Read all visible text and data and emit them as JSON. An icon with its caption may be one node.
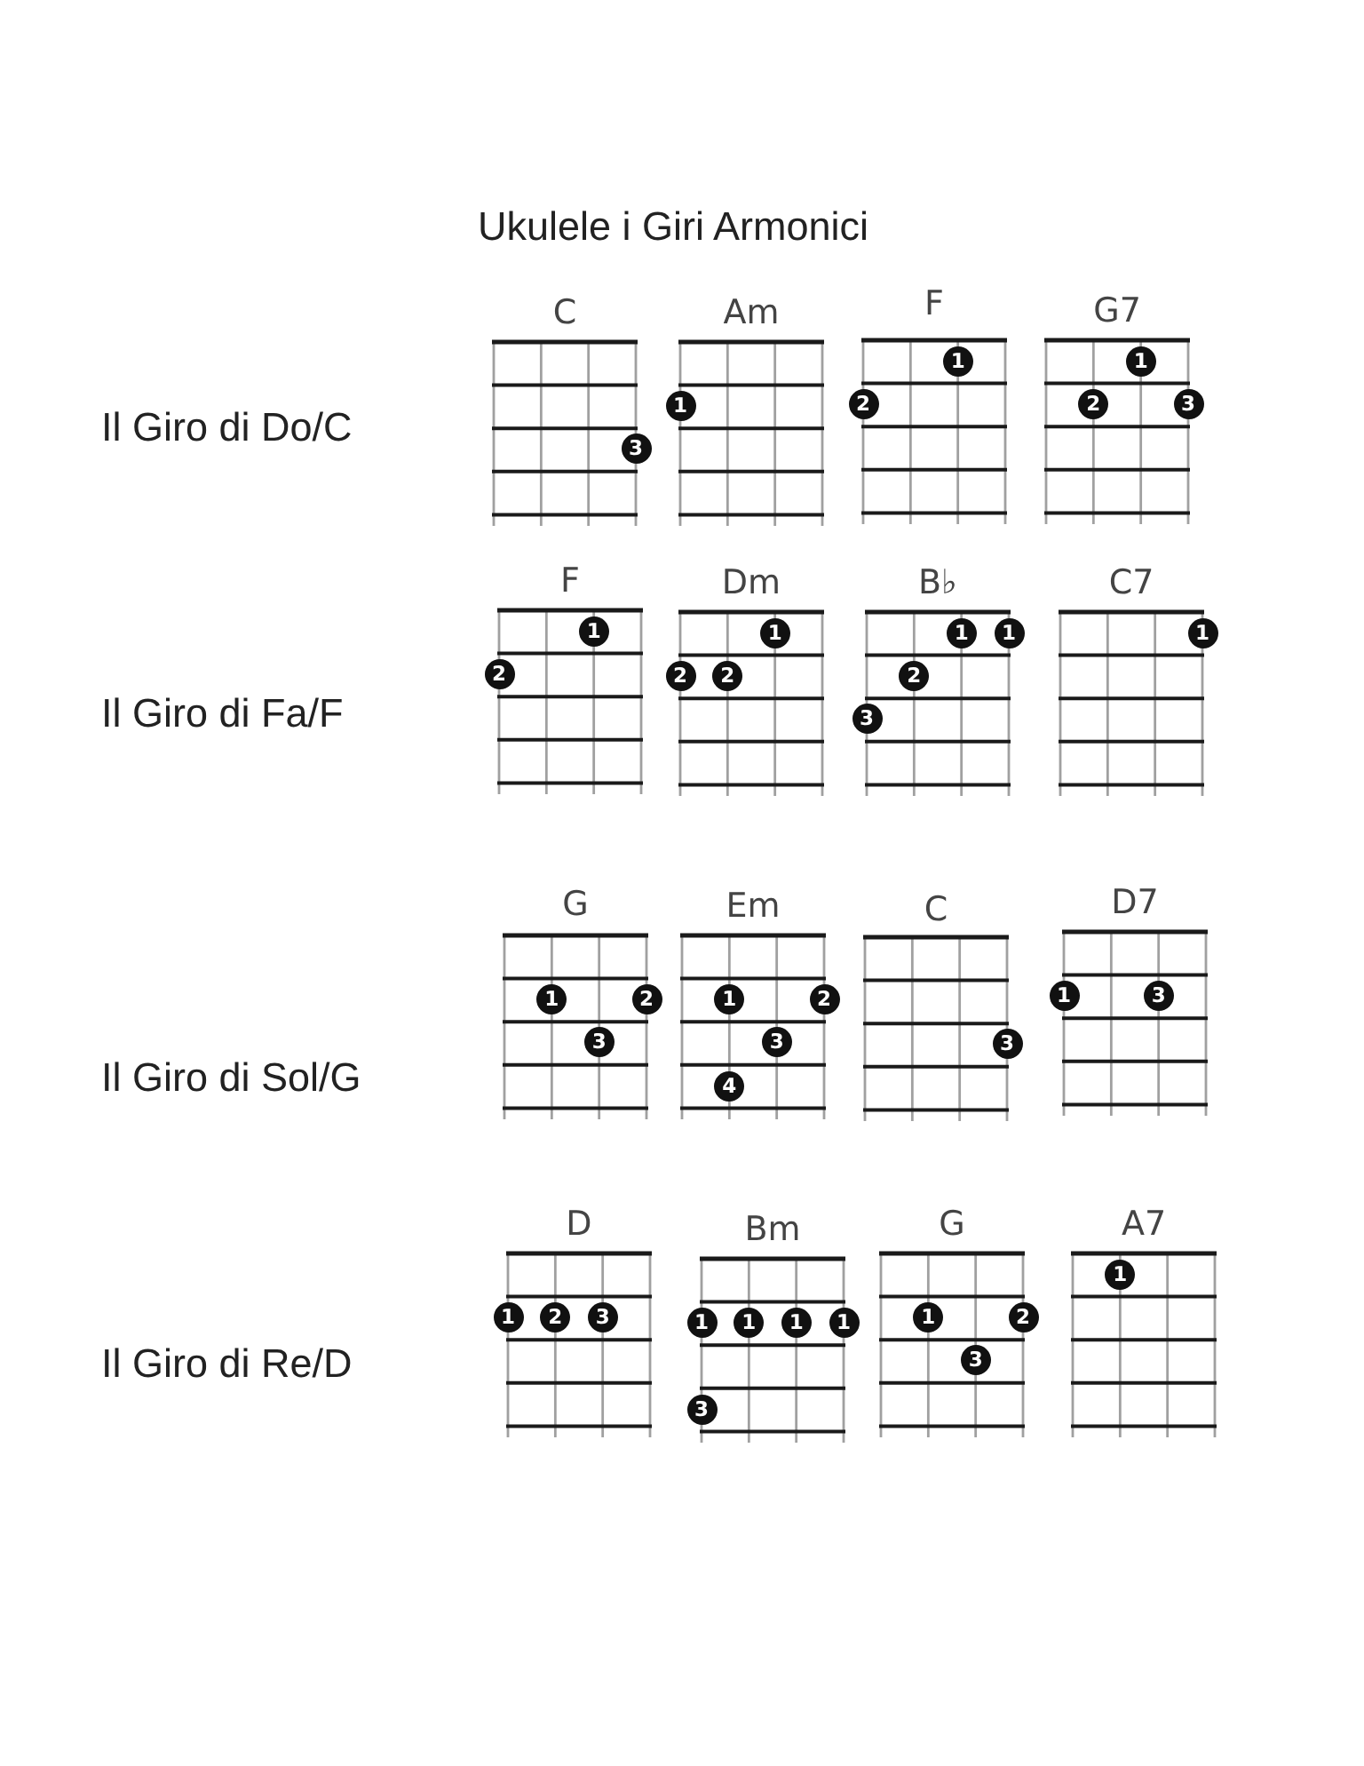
{
  "diagram": {
    "title": "Ukulele i Giri Armonici",
    "nodes": [
      {
        "text": [
          "C"
        ]
      },
      {
        "text": [
          "3"
        ],
        "in": 0
      },
      {
        "text": [
          "Am"
        ]
      },
      {
        "text": [
          "1"
        ],
        "in": 2
      },
      {
        "text": [
          "F"
        ]
      },
      {
        "text": [
          "1"
        ],
        "in": 4
      },
      {
        "text": [
          "2"
        ],
        "in": 4
      },
      {
        "text": [
          "G7"
        ]
      },
      {
        "text": [
          "1"
        ],
        "in": 7
      },
      {
        "text": [
          "2"
        ],
        "in": 7
      },
      {
        "text": [
          "3"
        ],
        "in": 7
      },
      {
        "text": [
          "F"
        ]
      },
      {
        "text": [
          "1"
        ],
        "in": 11
      },
      {
        "text": [
          "2"
        ],
        "in": 11
      },
      {
        "text": [
          "Dm"
        ]
      },
      {
        "text": [
          "1"
        ],
        "in": 14
      },
      {
        "text": [
          "2"
        ],
        "in": 14
      },
      {
        "text": [
          "2"
        ],
        "in": 14
      },
      {
        "text": [
          "B♭"
        ]
      },
      {
        "text": [
          "1"
        ],
        "in": 18
      },
      {
        "text": [
          "1"
        ],
        "in": 18
      },
      {
        "text": [
          "2"
        ],
        "in": 18
      },
      {
        "text": [
          "3"
        ],
        "in": 18
      },
      {
        "text": [
          "C7"
        ]
      },
      {
        "text": [
          "1"
        ],
        "in": 23
      },
      {
        "text": [
          "G"
        ]
      },
      {
        "text": [
          "1"
        ],
        "in": 25
      },
      {
        "text": [
          "2"
        ],
        "in": 25
      },
      {
        "text": [
          "3"
        ],
        "in": 25
      },
      {
        "text": [
          "Em"
        ]
      },
      {
        "text": [
          "1"
        ],
        "in": 29
      },
      {
        "text": [
          "2"
        ],
        "in": 29
      },
      {
        "text": [
          "3"
        ],
        "in": 29
      },
      {
        "text": [
          "4"
        ],
        "in": 29
      },
      {
        "text": [
          "C"
        ]
      },
      {
        "text": [
          "3"
        ],
        "in": 34
      },
      {
        "text": [
          "D7"
        ]
      },
      {
        "text": [
          "1"
        ],
        "in": 36
      },
      {
        "text": [
          "3"
        ],
        "in": 36
      },
      {
        "text": [
          "D"
        ]
      },
      {
        "text": [
          "1"
        ],
        "in": 39
      },
      {
        "text": [
          "2"
        ],
        "in": 39
      },
      {
        "text": [
          "3"
        ],
        "in": 39
      },
      {
        "text": [
          "Bm"
        ]
      },
      {
        "text": [
          "1"
        ],
        "in": 43
      },
      {
        "text": [
          "1"
        ],
        "in": 43
      },
      {
        "text": [
          "1"
        ],
        "in": 43
      },
      {
        "text": [
          "1"
        ],
        "in": 43
      },
      {
        "text": [
          "3"
        ],
        "in": 43
      },
      {
        "text": [
          "G"
        ]
      },
      {
        "text": [
          "1"
        ],
        "in": 49
      },
      {
        "text": [
          "2"
        ],
        "in": 49
      },
      {
        "text": [
          "3"
        ],
        "in": 49
      },
      {
        "text": [
          "A7"
        ]
      },
      {
        "text": [
          "1"
        ],
        "in": 53
      }
    ],
    "labels": [
      "Il Giro di Do/C",
      "Il Giro di Fa/F",
      "Il Giro di Sol/G",
      "Il Giro di Re/D"
    ]
  }
}
